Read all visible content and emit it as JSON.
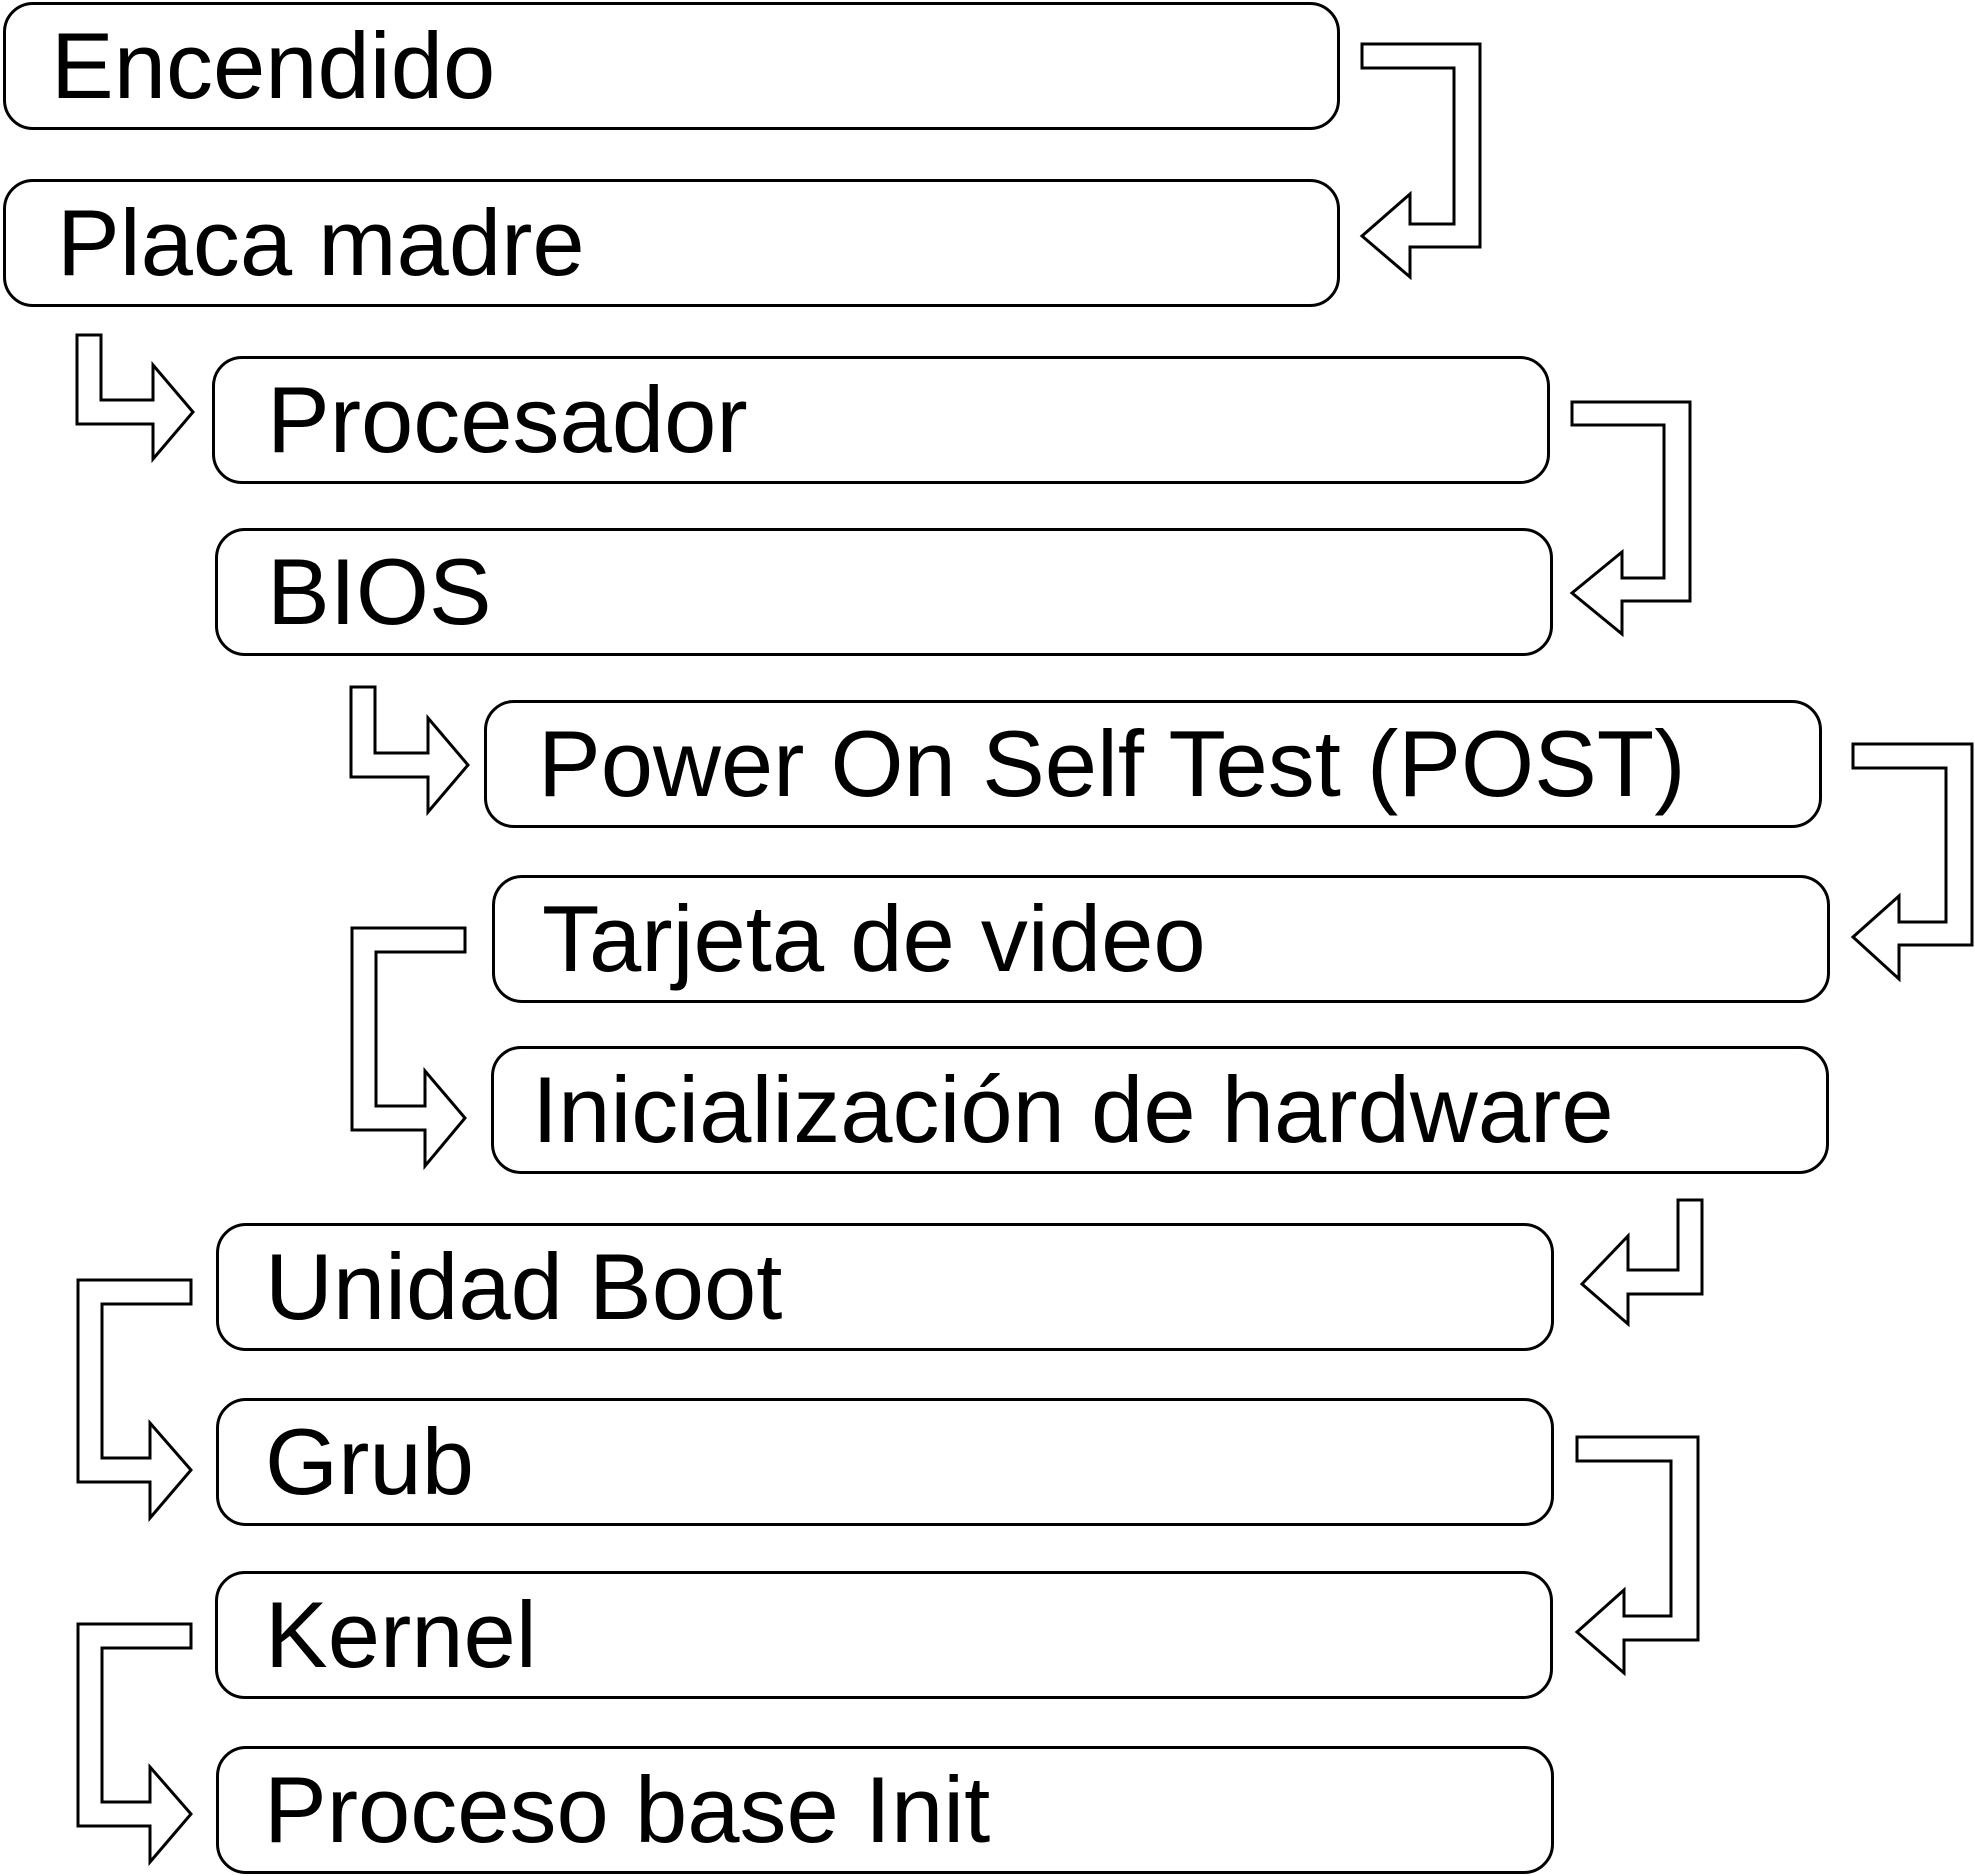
{
  "diagram": {
    "steps": [
      {
        "label": "Encendido"
      },
      {
        "label": "Placa madre"
      },
      {
        "label": "Procesador"
      },
      {
        "label": "BIOS"
      },
      {
        "label": "Power On Self Test (POST)"
      },
      {
        "label": "Tarjeta de video"
      },
      {
        "label": "Inicialización de hardware"
      },
      {
        "label": "Unidad Boot"
      },
      {
        "label": "Grub"
      },
      {
        "label": "Kernel"
      },
      {
        "label": "Proceso base Init"
      }
    ]
  }
}
